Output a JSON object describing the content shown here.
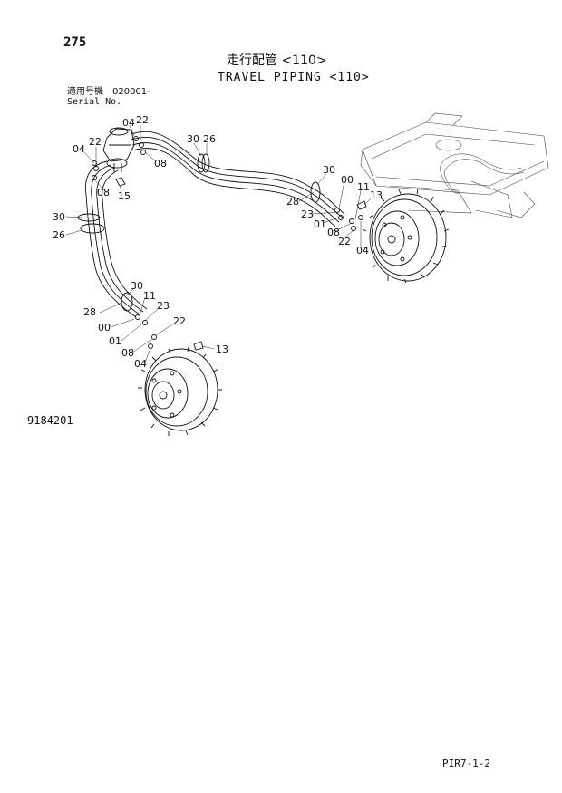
{
  "header": {
    "page_number": "275",
    "title_jp": "走行配管 <110>",
    "title_en": "TRAVEL PIPING <110>",
    "serial_label_jp": "適用号機　020001-",
    "serial_label_en": "Serial No."
  },
  "footer": {
    "drawing_number": "9184201",
    "page_code": "PIR7-1-2"
  },
  "callouts": {
    "c04_top": "04",
    "c22_top": "22",
    "c04_left": "04",
    "c22_left": "22",
    "c08_a": "08",
    "c08_b": "08",
    "c15": "15",
    "c30_top": "30",
    "c26_top": "26",
    "c30_left": "30",
    "c26_left": "26",
    "c30_right": "30",
    "c00_right": "00",
    "c11_right": "11",
    "c13_right": "13",
    "c28_right": "28",
    "c23_right": "23",
    "c01_right": "01",
    "c08_right": "08",
    "c22_right": "22",
    "c04_right": "04",
    "c30_low": "30",
    "c11_low": "11",
    "c23_low": "23",
    "c28_low": "28",
    "c00_low": "00",
    "c22_low": "22",
    "c01_low": "01",
    "c08_low": "08",
    "c04_low": "04",
    "c13_low": "13"
  }
}
